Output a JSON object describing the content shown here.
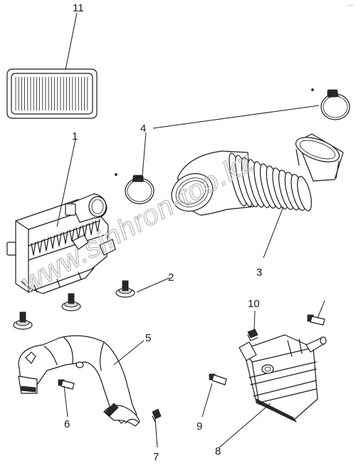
{
  "watermark": "www.sinhron-too.kz",
  "corner_mark": "—",
  "callouts": [
    {
      "id": "callout-1",
      "label": "1"
    },
    {
      "id": "callout-2",
      "label": "2"
    },
    {
      "id": "callout-3",
      "label": "3"
    },
    {
      "id": "callout-4",
      "label": "4"
    },
    {
      "id": "callout-5",
      "label": "5"
    },
    {
      "id": "callout-6",
      "label": "6"
    },
    {
      "id": "callout-7",
      "label": "7"
    },
    {
      "id": "callout-8",
      "label": "8"
    },
    {
      "id": "callout-9",
      "label": "9"
    },
    {
      "id": "callout-10",
      "label": "10"
    },
    {
      "id": "callout-11",
      "label": "11"
    }
  ]
}
